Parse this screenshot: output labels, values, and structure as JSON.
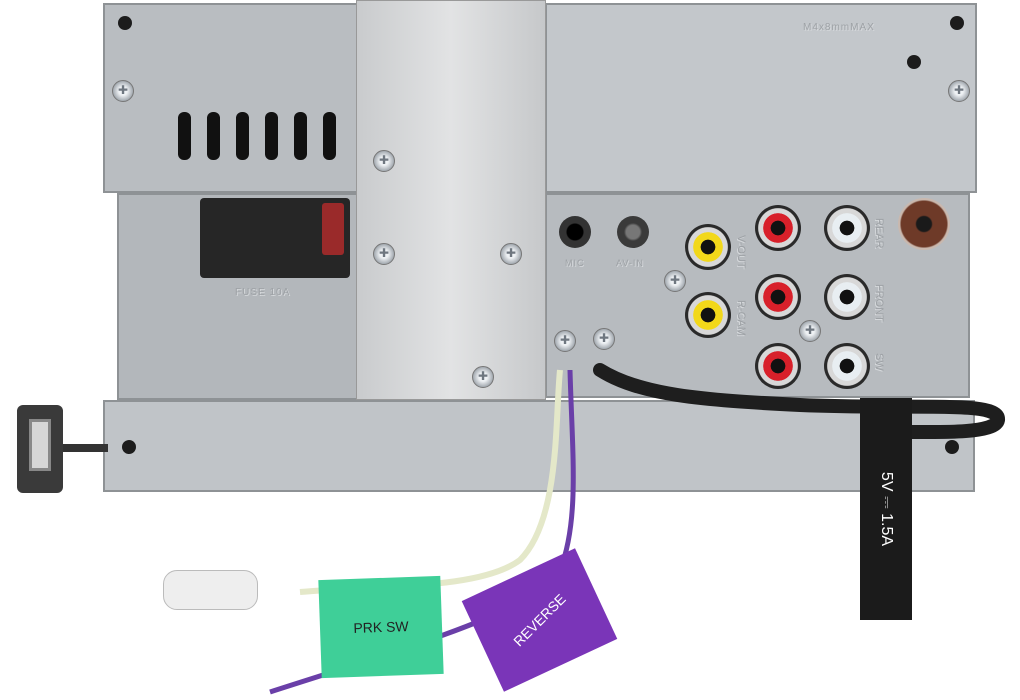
{
  "labels": {
    "screw_spec": "M4x8mmMAX",
    "fuse": "FUSE 10A",
    "mic": "MIC",
    "av_in": "AV-IN",
    "v_out": "V-OUT",
    "r_cam": "R-CAM",
    "rear": "REAR",
    "front": "FRONT",
    "sw": "SW",
    "prk_sw": "PRK SW",
    "reverse": "REVERSE",
    "usb_rating": "5V ⎓ 1.5A"
  },
  "colors": {
    "chassis": "#b9bdc1",
    "prk_tag": "#3fcf98",
    "reverse_tag": "#7a35b8",
    "rca_yellow": "#f2d81a",
    "rca_red": "#d8202a",
    "rca_white": "#e8eef2"
  }
}
